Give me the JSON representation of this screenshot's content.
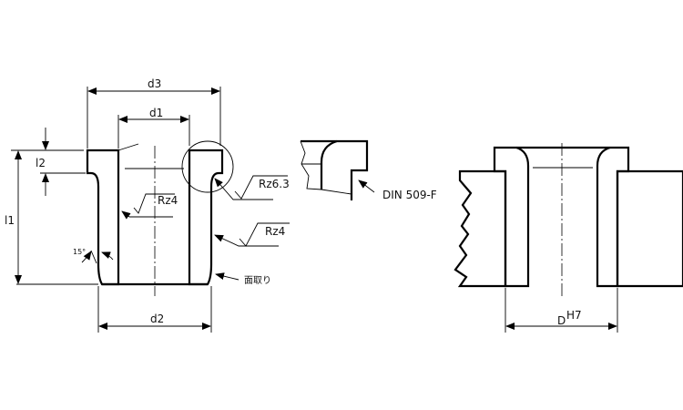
{
  "labels": {
    "d3": "d3",
    "d1": "d1",
    "l2": "l2",
    "l1": "l1",
    "d2": "d2",
    "rz_bore": "Rz4",
    "rz_groove": "Rz6.3",
    "rz_outer": "Rz4",
    "angle": "15°",
    "chamfer": "面取り",
    "din": "DIN  509-F",
    "housing_d": "D",
    "housing_tol": "H7"
  },
  "colors": {
    "line": "#000000",
    "background": "#ffffff"
  }
}
